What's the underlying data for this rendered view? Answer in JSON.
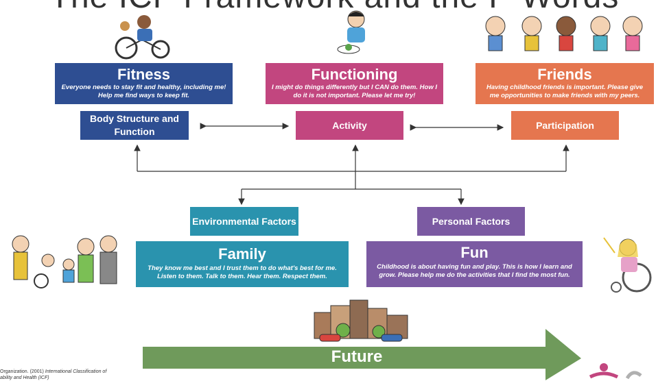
{
  "title": "The ICF Framework and the F-Words",
  "fwords": {
    "fitness": {
      "head": "Fitness",
      "desc": "Everyone needs to stay fit and healthy, including me! Help me find ways to keep fit."
    },
    "functioning": {
      "head": "Functioning",
      "desc": "I might do things differently but I CAN do them. How I do it is not important. Please let me try!"
    },
    "friends": {
      "head": "Friends",
      "desc": "Having childhood friends is important. Please give me opportunities to make friends with my peers."
    },
    "family": {
      "head": "Family",
      "desc": "They know me best and I trust them to do what's best for me. Listen to them. Talk to them. Hear them. Respect them."
    },
    "fun": {
      "head": "Fun",
      "desc": "Childhood is about having  fun and play. This is how I learn and grow. Please help me do the activities that I find the most fun."
    },
    "future": "Future"
  },
  "icf": {
    "body": "Body Structure and Function",
    "activity": "Activity",
    "participation": "Participation",
    "environmental": "Environmental Factors",
    "personal": "Personal Factors"
  },
  "credit": {
    "line1_prefix": "Organization. (2001) ",
    "line1_italic": "International Classification of",
    "line2": "ability and Health (ICF)"
  },
  "colors": {
    "blue": "#2e4e92",
    "pink": "#c2467f",
    "orange": "#e5764f",
    "teal": "#2a93ae",
    "purple": "#7b5aa2",
    "green": "#6f9a5b"
  },
  "icons": [
    "kid-on-bike-icon",
    "kid-eating-icon",
    "group-of-kids-icon",
    "family-group-icon",
    "girl-wheelchair-icon",
    "city-buildings-icon",
    "logo-icon"
  ]
}
